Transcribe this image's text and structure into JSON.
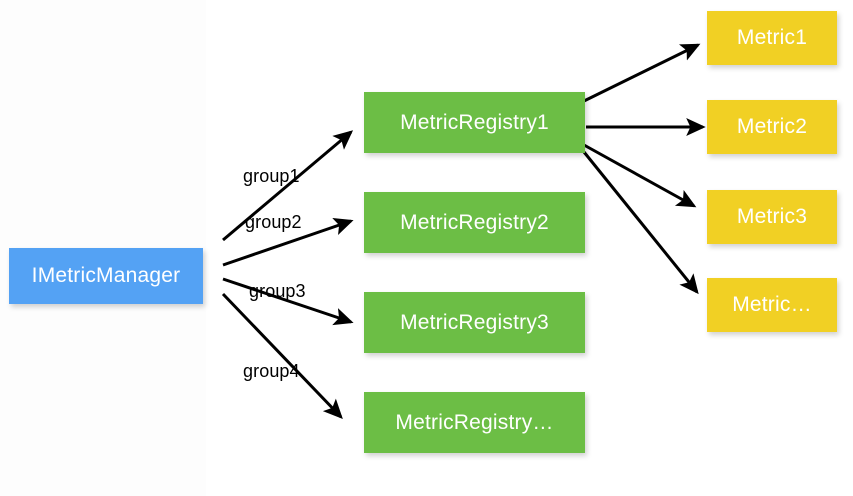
{
  "diagram": {
    "title": "MetricManager registry fan-out diagram",
    "colors": {
      "manager": "#54a2f4",
      "registry": "#6cbe45",
      "metric": "#f1d024",
      "edge": "#000000",
      "label_text": "#000000",
      "node_text": "#ffffff",
      "background": "#ffffff",
      "page_panel": "#fdfdfd"
    },
    "manager": {
      "label": "IMetricManager"
    },
    "registries": [
      {
        "label": "MetricRegistry1"
      },
      {
        "label": "MetricRegistry2"
      },
      {
        "label": "MetricRegistry3"
      },
      {
        "label": "MetricRegistry…"
      }
    ],
    "metrics": [
      {
        "label": "Metric1"
      },
      {
        "label": "Metric2"
      },
      {
        "label": "Metric3"
      },
      {
        "label": "Metric…"
      }
    ],
    "edge_labels": [
      {
        "label": "group1"
      },
      {
        "label": "group2"
      },
      {
        "label": "group3"
      },
      {
        "label": "group4"
      }
    ]
  }
}
